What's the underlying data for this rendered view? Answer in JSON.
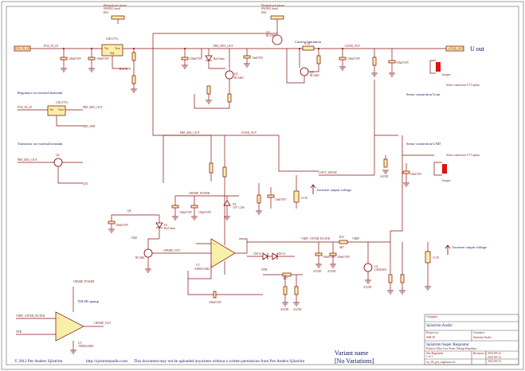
{
  "sections": {
    "regulator_ext": "Regulator on external heatsink",
    "transistor_ext": "Transistor on external heatsink",
    "current_limitation": "Current limitation",
    "sense_uout": "Sense connection Uout",
    "sense_gnd": "Sense connection GND",
    "dil08": "DIL08 opamp",
    "uout": "U out",
    "increase1": "Increase output voltage",
    "increase2": "Increase output voltage"
  },
  "labels": {
    "pos_in_lp": "POS_IN_LP",
    "pre_reg_out": "PRE_REG_OUT",
    "star_out": "+STAR_OUT",
    "pre_reg_out2": "PRE_REG_OUT",
    "star_out2": "+STAR_OUT",
    "pre_reg_out3": "PRE_REG_OUT",
    "opamp_power": "OPAMP_POWER",
    "vref": "VREF",
    "vref_after": "VREF_AFTER_FILTER",
    "vref_after2": "VREF_AFTER_FILTER",
    "opamp_out": "OPAMP_OUT",
    "opamp_out2": "OPAMP_OUT",
    "nfb": "NFB",
    "nfb2": "NFB",
    "uout_sense": "UOUT_SENSE",
    "heatsink1": "Heatsink pcb mount",
    "heatsink1b": "6561BG stand",
    "heatsink2": "Heatsink pcb mount",
    "heatsink2b": "6561BG stand",
    "hs1": "HS1",
    "hs2": "HS2",
    "u1": "LM317TG",
    "u2": "LM317TG",
    "agnd": "AGND"
  },
  "parts": {
    "q1": "Q1",
    "q2": "Q2",
    "q3": "Q3",
    "q4": "Q4",
    "q5": "Q5",
    "q6": "Q6",
    "r1": "R1",
    "r2": "R2",
    "r3": "R3",
    "r4": "R4",
    "r5": "R5",
    "c1": "C1",
    "c2": "C2",
    "c3": "C3",
    "c4": "C4",
    "d1": "D1",
    "d2": "D2",
    "d3": "D3",
    "u3": "U3",
    "u4": "U4",
    "j1": "J1",
    "j2": "J2"
  },
  "values": {
    "c100u": "100uF/50V",
    "c10n": "10nF/50V",
    "bc556": "BC556C",
    "bc546": "BC546C",
    "led": "Red 3mm",
    "r_01": "0.1R",
    "zener": "10V 1/2W",
    "res4k7": "4K7",
    "res1k": "1K",
    "ad8610": "AD8610ARZ",
    "lm4040": "LM4040A",
    "opa": "AD8610ARZ",
    "jumper": "Jumper",
    "sense_text": "Sense connection 0.75 sqmm",
    "sense_text2": "Sense connection 0.75 sqmm"
  },
  "title_block": {
    "company_label": "Company:",
    "company": "Sjöström Audio",
    "project_label": "Project no:",
    "project_no": "SSR-05",
    "customer_label": "Customer:",
    "customer": "Sjöström Audio",
    "title": "Sjöström Super Regulator",
    "desc": "Positive Ultra Low Noise Voltage Regulator",
    "desc2": "Site Regulated",
    "page": "1 of 1",
    "revision": "Revision: 5",
    "date1": "2012-09-12",
    "date2": "2012-09-12",
    "date3": "2012-09-12",
    "drawn": "ssr_05_pos_regulator.sch"
  },
  "variant": {
    "label": "Variant name",
    "name": "[No Variations]"
  },
  "footer": {
    "copyright": "© 2012 Per-Anders Sjöström",
    "url": "http://sjostromaudio.com",
    "notice": "This document may not be uploaded anywhere without a written permission from Per-Anders Sjöström"
  }
}
